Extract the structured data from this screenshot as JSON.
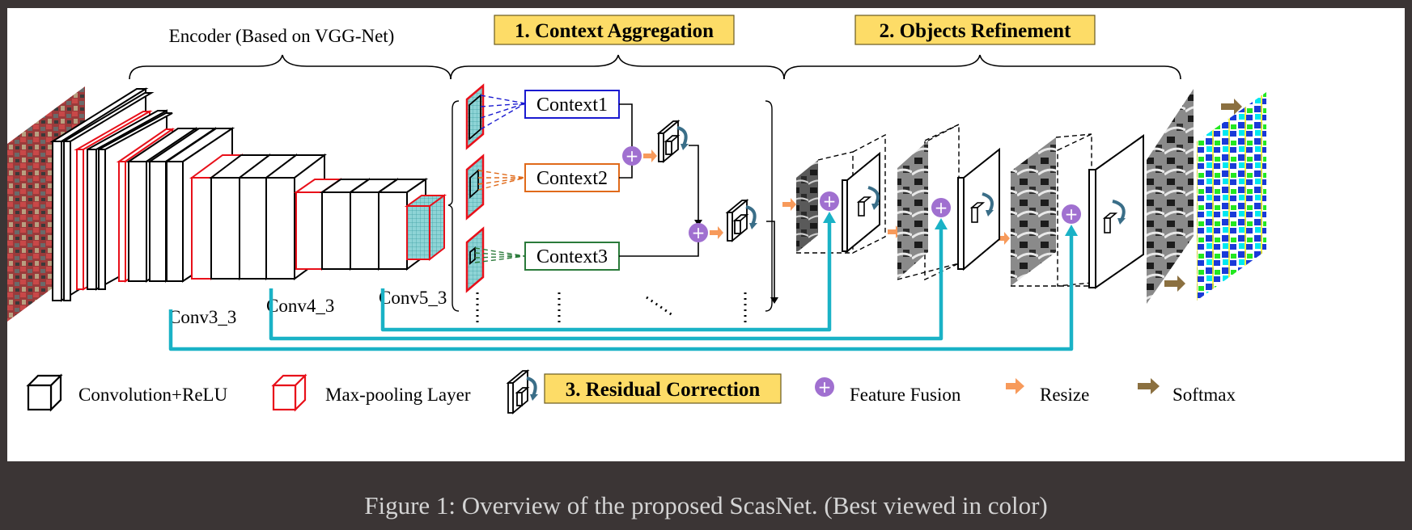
{
  "header": {
    "encoder": "Encoder (Based on VGG-Net)",
    "context_aggregation": "1. Context Aggregation",
    "objects_refinement": "2. Objects Refinement"
  },
  "encoder_labels": {
    "conv3": "Conv3_3",
    "conv4": "Conv4_3",
    "conv5": "Conv5_3"
  },
  "contexts": [
    "Context1",
    "Context2",
    "Context3"
  ],
  "legend": {
    "conv": "Convolution+ReLU",
    "pool": "Max-pooling Layer",
    "residual": "3. Residual Correction",
    "fusion": "Feature Fusion",
    "resize": "Resize",
    "softmax": "Softmax"
  },
  "caption": "Figure 1: Overview of the proposed ScasNet. (Best viewed in color)",
  "colors": {
    "highlight_box": "#fddc67",
    "fusion_purple": "#a070d0",
    "resize_orange": "#f79a5b",
    "softmax_brown": "#8b7040",
    "skip_cyan": "#1ab2c6",
    "pool_red": "#e8101a",
    "context1_blue": "#1a1ad0",
    "context2_orange": "#e06a1a",
    "context3_green": "#2a7a3a",
    "residual_arrow": "#3a6e88"
  }
}
